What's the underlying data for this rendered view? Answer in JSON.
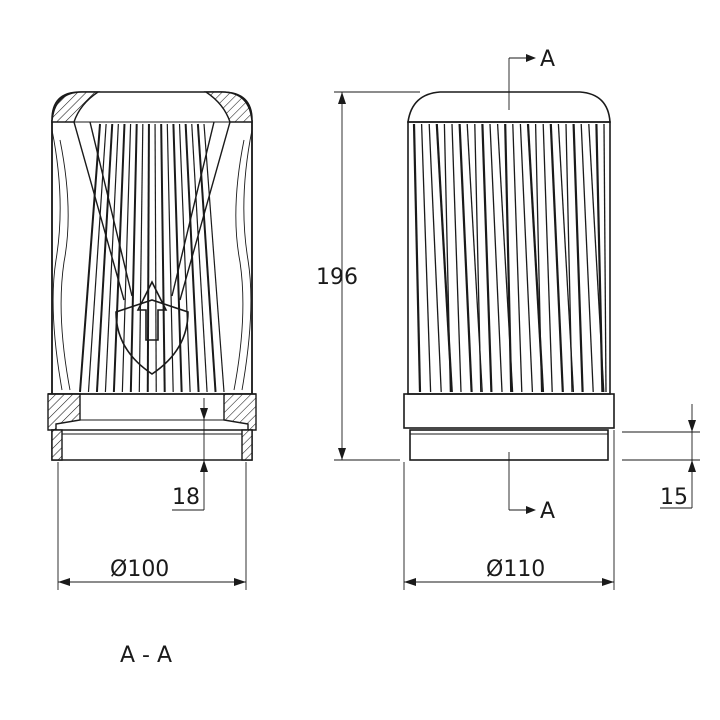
{
  "section_view": {
    "caption": "A - A"
  },
  "side_view": {},
  "section_markers": {
    "top_label": "A",
    "bottom_label": "A"
  },
  "dimensions": {
    "height": "196",
    "left_thread": "18",
    "left_diameter": "Ø100",
    "right_diameter": "Ø110",
    "right_base": "15"
  },
  "colors": {
    "line": "#1a1a1a",
    "background": "#ffffff"
  }
}
